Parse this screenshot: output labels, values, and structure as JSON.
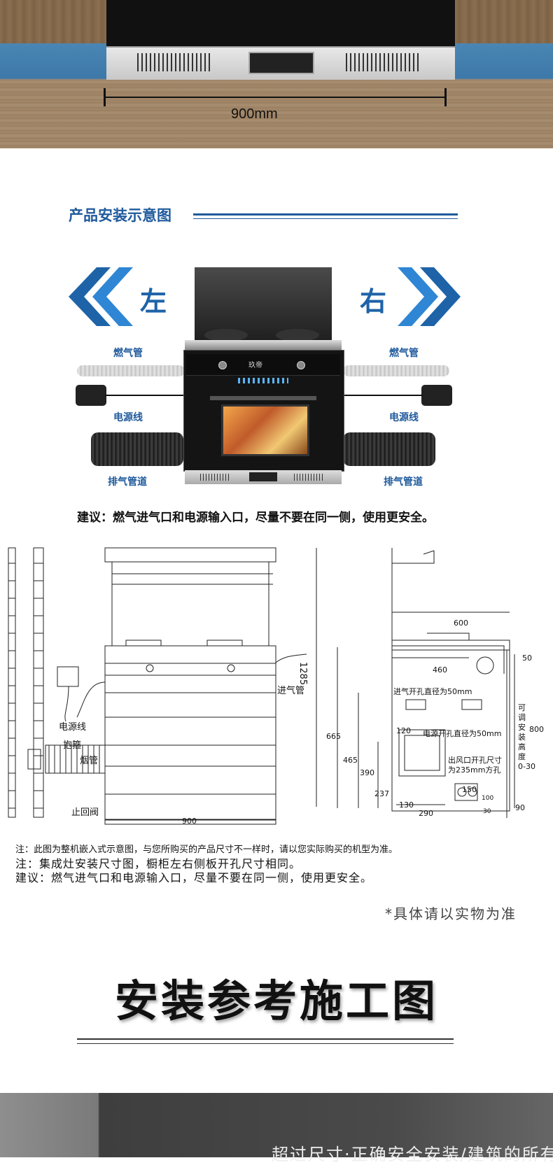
{
  "top": {
    "width_label": "900mm"
  },
  "section": {
    "title": "产品安装示意图"
  },
  "illustration": {
    "left_word": "左",
    "right_word": "右",
    "gas_pipe": "燃气管",
    "power_cord": "电源线",
    "exhaust_pipe": "排气管道",
    "brand": "玖帝"
  },
  "advice": "建议：燃气进气口和电源输入口，尽量不要在同一侧，使用更安全。",
  "drawing": {
    "height_1285": "1285",
    "inlet_pipe": "进气管",
    "power_cord": "电源线",
    "clamp": "抱箍",
    "flue_pipe": "烟管",
    "check_valve": "止回阀",
    "width_900": "900",
    "d600": "600",
    "d50": "50",
    "d460": "460",
    "gas_hole": "进气开孔直径为50mm",
    "adjustable": [
      "可",
      "调",
      "安",
      "装",
      "高",
      "度",
      "0-30"
    ],
    "d800": "800",
    "d665": "665",
    "d120": "120",
    "power_hole": "电源开孔直径为50mm",
    "d465": "465",
    "d390": "390",
    "outlet_hole_1": "出风口开孔尺寸",
    "outlet_hole_2": "为235mm方孔",
    "d150": "150",
    "d237": "237",
    "d100": "100",
    "d130": "130",
    "d290": "290",
    "d30": "30",
    "d90": "90"
  },
  "notes": {
    "note_1": "注：此图为整机嵌入式示意图，与您所购买的产品尺寸不一样时，请以您实际购买的机型为准。",
    "note_2": "注：集成灶安装尺寸图，橱柜左右侧板开孔尺寸相同。",
    "note_3": "建议：燃气进气口和电源输入口，尽量不要在同一侧，使用更安全。"
  },
  "disclaimer": "*具体请以实物为准",
  "reference": {
    "title": "安装参考施工图"
  },
  "bottom": {
    "partial_text": "超过尺寸·正确安全安装/建筑的所有"
  },
  "colors": {
    "accent_blue": "#1f5a9c",
    "arrow_blue": "#1e63a8"
  }
}
